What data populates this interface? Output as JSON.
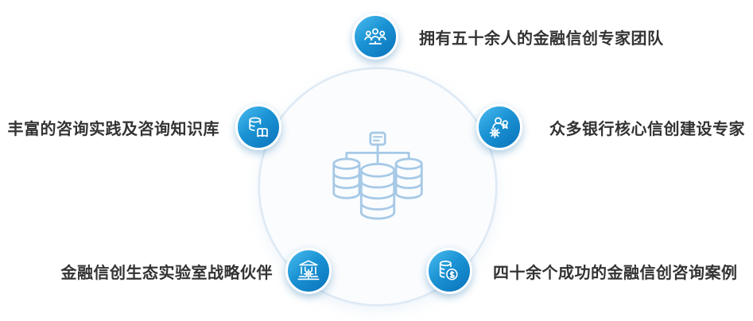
{
  "diagram": {
    "center": {
      "icon": "database-cluster-icon"
    },
    "items": [
      {
        "position": "top",
        "icon": "team-icon",
        "label": "拥有五十余人的金融信创专家团队"
      },
      {
        "position": "right",
        "icon": "expert-badge-icon",
        "label": "众多银行核心信创建设专家"
      },
      {
        "position": "left",
        "icon": "knowledge-base-icon",
        "label": "丰富的咨询实践及咨询知识库"
      },
      {
        "position": "bottom-left",
        "icon": "bank-gear-icon",
        "label": "金融信创生态实验室战略伙伴"
      },
      {
        "position": "bottom-right",
        "icon": "coins-icon",
        "label": "四十余个成功的金融信创咨询案例"
      }
    ],
    "colors": {
      "badge_gradient_start": "#4cbbee",
      "badge_gradient_end": "#0b72ba",
      "label_text": "#333333",
      "center_icon_stroke": "#a6c9e6",
      "center_circle_border": "#dde9f4"
    }
  }
}
